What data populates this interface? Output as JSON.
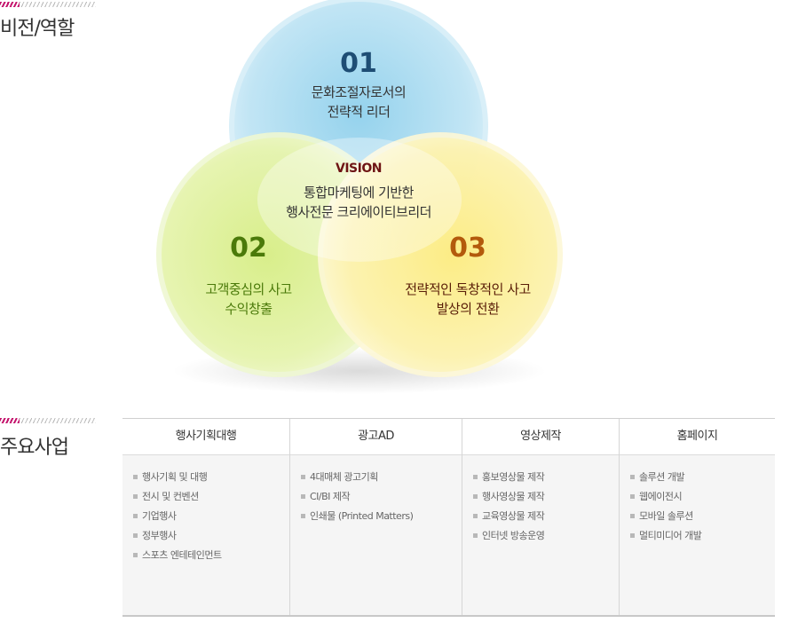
{
  "vision_section": {
    "title": "비전/역할",
    "center_label": "VISION",
    "center_text": [
      "통합마케팅에 기반한",
      "행사전문 크리에이티브리더"
    ],
    "circles": [
      {
        "number": "01",
        "lines": [
          "문화조절자로서의",
          "전략적 리더"
        ],
        "color": "#1e4d74"
      },
      {
        "number": "02",
        "lines": [
          "고객중심의 사고",
          "수익창출"
        ],
        "color": "#4b7a0a"
      },
      {
        "number": "03",
        "lines": [
          "전략적인 독창적인 사고",
          "발상의 전환"
        ],
        "color": "#b35a0c"
      }
    ],
    "center_label_color": "#6e1414"
  },
  "business_section": {
    "title": "주요사업",
    "columns": [
      {
        "header": "행사기획대행",
        "items": [
          "행사기획 및 대행",
          "전시 및 컨벤션",
          "기업행사",
          "정부행사",
          "스포츠 엔테테인먼트"
        ]
      },
      {
        "header": "광고AD",
        "items": [
          "4대매체 광고기획",
          "CI/BI 제작",
          "인쇄물 (Printed Matters)"
        ]
      },
      {
        "header": "영상제작",
        "items": [
          "홍보영상물 제작",
          "행사영상물 제작",
          "교육영상물 제작",
          "인터넷 방송운영"
        ]
      },
      {
        "header": "홈페이지",
        "items": [
          "솔루션 개발",
          "웹에이전시",
          "모바일 솔루션",
          "멀티미디어 개발"
        ]
      }
    ]
  }
}
